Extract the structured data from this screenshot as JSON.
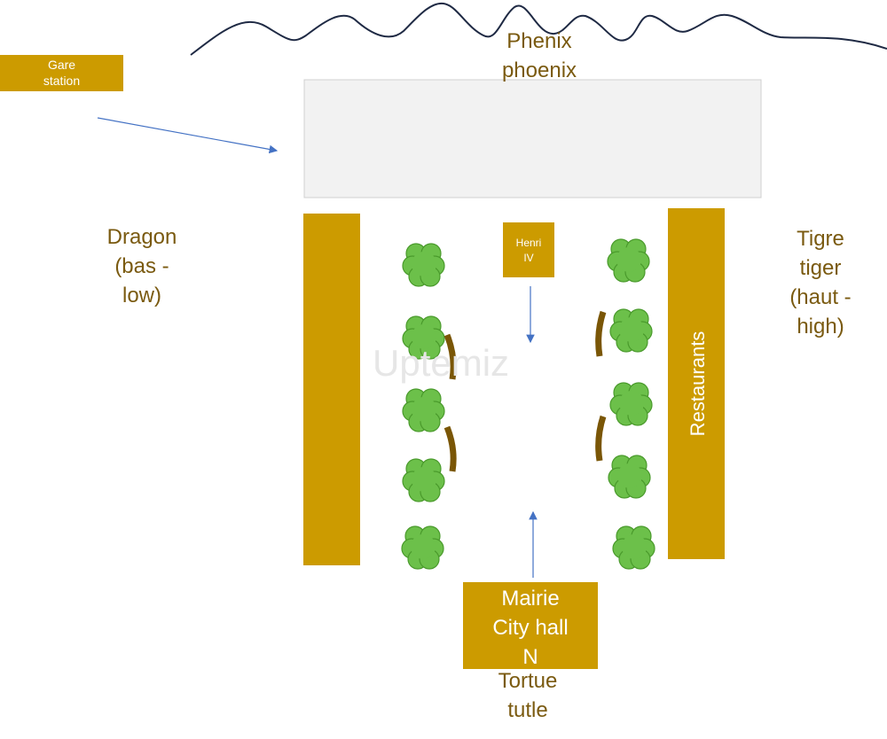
{
  "colors": {
    "building": "#cc9b00",
    "label_text": "#7a5a10",
    "tree_fill": "#6cc04a",
    "tree_stroke": "#4a9a2c",
    "bench": "#7a5606",
    "arrow": "#4472c4",
    "mountain_line": "#1f2a44",
    "square_fill": "#f2f2f2",
    "square_border": "#d0d0d0"
  },
  "labels": {
    "gare": [
      "Gare",
      "station"
    ],
    "phenix": [
      "Phenix",
      "phoenix"
    ],
    "dragon": [
      "Dragon",
      "(bas -",
      "low)"
    ],
    "tigre": [
      "Tigre",
      "tiger",
      "(haut -",
      "high)"
    ],
    "henri": [
      "Henri",
      "IV"
    ],
    "restaurants": "Restaurants",
    "mairie": [
      "Mairie",
      "City hall",
      "N"
    ],
    "tortue": [
      "Tortue",
      "tutle"
    ],
    "watermark": "Uptemiz"
  },
  "icons": {
    "tree": "tree-icon",
    "bench": "bench-icon",
    "arrow": "arrow-icon"
  }
}
